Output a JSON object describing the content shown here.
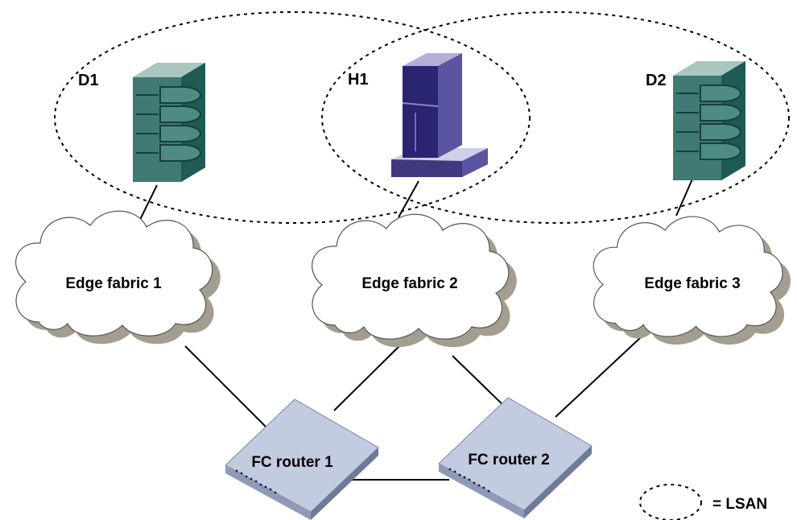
{
  "devices": {
    "d1": {
      "label": "D1",
      "kind": "storage-array"
    },
    "h1": {
      "label": "H1",
      "kind": "host-server"
    },
    "d2": {
      "label": "D2",
      "kind": "storage-array"
    }
  },
  "fabrics": [
    {
      "label": "Edge fabric 1"
    },
    {
      "label": "Edge fabric 2"
    },
    {
      "label": "Edge fabric 3"
    }
  ],
  "routers": [
    {
      "label": "FC router 1"
    },
    {
      "label": "FC router 2"
    }
  ],
  "legend": {
    "symbol": "dashed-ellipse",
    "label": "= LSAN"
  },
  "colors": {
    "storage_dark": "#1f5a55",
    "storage_mid": "#3f7a74",
    "storage_light": "#a9c6c1",
    "host_dark": "#2a2570",
    "host_mid": "#5a55a0",
    "host_light": "#b3b0d8",
    "cloud_fill": "#ffffff",
    "cloud_shadow": "#a39e90",
    "router_top": "#c3cbe0",
    "router_side": "#8f9ab8",
    "line": "#000000"
  }
}
